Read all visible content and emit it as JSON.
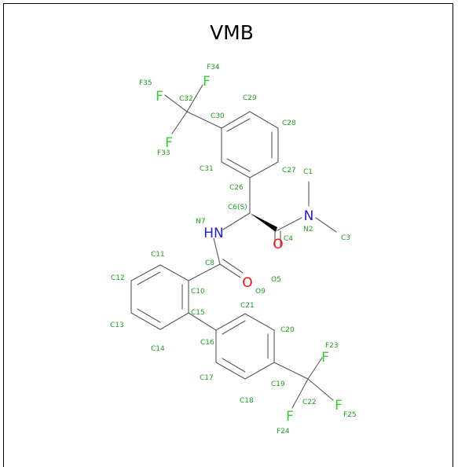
{
  "title": "VMB",
  "colors": {
    "carbon_bond": "#5a5a5a",
    "label_green": "#1e9e1e",
    "nitrogen": "#2020e0",
    "oxygen": "#ff1010",
    "fluorine": "#33cc33"
  },
  "atom_labels": {
    "F34": "F34",
    "F35": "F35",
    "C32": "C32",
    "C30": "C30",
    "C29": "C29",
    "C28": "C28",
    "F33": "F33",
    "C31": "C31",
    "C27": "C27",
    "C26": "C26",
    "C1": "C1",
    "C6": "C6(S)",
    "N7": "N7",
    "N2": "N2",
    "C3": "C3",
    "C4": "C4",
    "C11": "C11",
    "C8": "C8",
    "C12": "C12",
    "C10": "C10",
    "O9": "O9",
    "O5": "O5",
    "C21": "C21",
    "C15": "C15",
    "C13": "C13",
    "C20": "C20",
    "C16": "C16",
    "C14": "C14",
    "F23": "F23",
    "C17": "C17",
    "C19": "C19",
    "C22": "C22",
    "C18": "C18",
    "F25": "F25",
    "F24": "F24"
  },
  "element_symbols": {
    "F": "F",
    "HN": "HN",
    "N": "N",
    "O": "O"
  }
}
